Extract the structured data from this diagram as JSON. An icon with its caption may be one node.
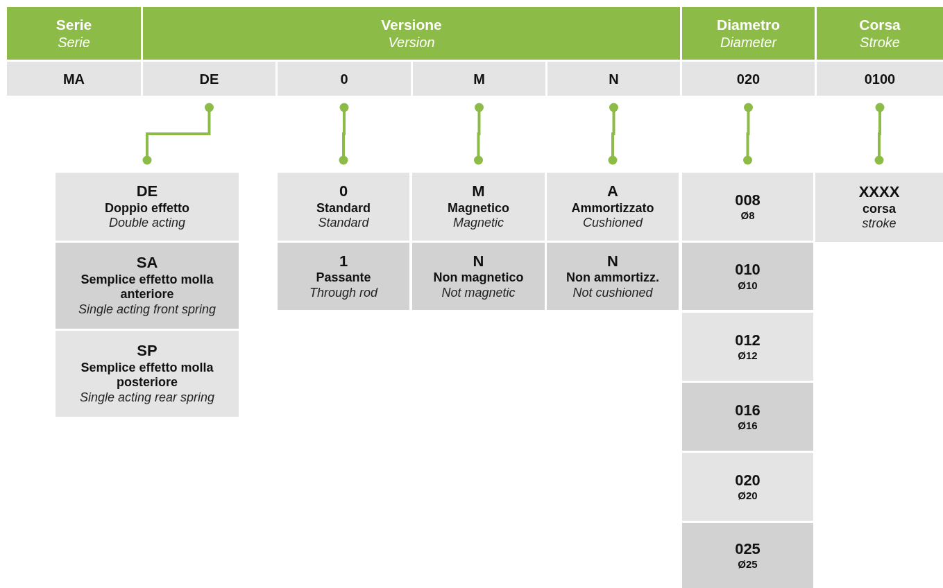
{
  "diagram": {
    "nodes": [
      {
        "text": [
          "Serie",
          "Serie"
        ]
      },
      {
        "text": [
          "Versione",
          "Version"
        ]
      },
      {
        "text": [
          "Diametro",
          "Diameter"
        ]
      },
      {
        "text": [
          "Corsa",
          "Stroke"
        ]
      },
      {
        "text": [
          "MA"
        ]
      },
      {
        "text": [
          "DE"
        ]
      },
      {
        "text": [
          "0"
        ]
      },
      {
        "text": [
          "M"
        ]
      },
      {
        "text": [
          "N"
        ]
      },
      {
        "text": [
          "020"
        ]
      },
      {
        "text": [
          "0100"
        ]
      },
      {
        "text": [
          "DE",
          "Doppio effetto",
          "Double acting"
        ]
      },
      {
        "text": [
          "SA",
          "Semplice effetto molla anteriore",
          "Single acting front spring"
        ]
      },
      {
        "text": [
          "SP",
          "Semplice effetto molla posteriore",
          "Single acting rear spring"
        ]
      },
      {
        "text": [
          "0",
          "Standard",
          "Standard"
        ]
      },
      {
        "text": [
          "1",
          "Passante",
          "Through rod"
        ]
      },
      {
        "text": [
          "M",
          "Magnetico",
          "Magnetic"
        ]
      },
      {
        "text": [
          "N",
          "Non magnetico",
          "Not magnetic"
        ]
      },
      {
        "text": [
          "A",
          "Ammortizzato",
          "Cushioned"
        ]
      },
      {
        "text": [
          "N",
          "Non ammortizz.",
          "Not cushioned"
        ]
      },
      {
        "text": [
          "008",
          "Ø8"
        ]
      },
      {
        "text": [
          "010",
          "Ø10"
        ]
      },
      {
        "text": [
          "012",
          "Ø12"
        ]
      },
      {
        "text": [
          "016",
          "Ø16"
        ]
      },
      {
        "text": [
          "020",
          "Ø20"
        ]
      },
      {
        "text": [
          "025",
          "Ø25"
        ]
      },
      {
        "text": [
          "XXXX",
          "corsa",
          "stroke"
        ]
      }
    ],
    "edges": [
      {
        "from": 5,
        "to": 11,
        "arrow": "other"
      },
      {
        "from": 6,
        "to": 14,
        "arrow": "other"
      },
      {
        "from": 7,
        "to": 16,
        "arrow": "other"
      },
      {
        "from": 8,
        "to": 18,
        "arrow": "other"
      },
      {
        "from": 9,
        "to": 20,
        "arrow": "other"
      },
      {
        "from": 10,
        "to": 26,
        "arrow": "other"
      }
    ]
  }
}
